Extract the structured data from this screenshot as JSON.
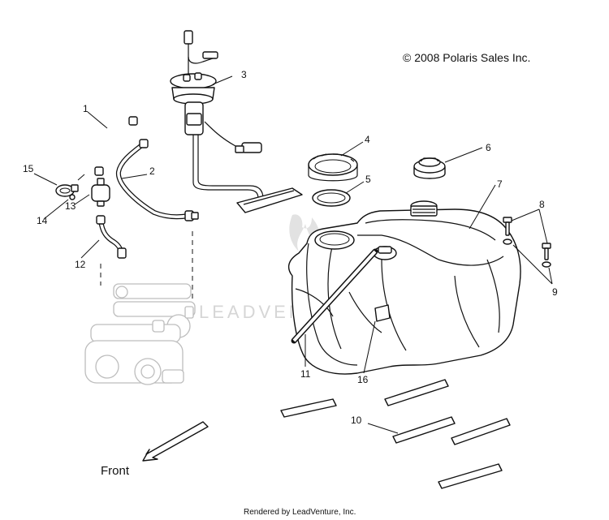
{
  "copyright": "© 2008 Polaris Sales Inc.",
  "front_label": "Front",
  "footer": "Rendered by LeadVenture, Inc.",
  "watermark": "LEADVENTURE",
  "callouts": [
    "1",
    "2",
    "3",
    "4",
    "5",
    "6",
    "7",
    "8",
    "9",
    "10",
    "11",
    "12",
    "13",
    "14",
    "15",
    "16"
  ]
}
